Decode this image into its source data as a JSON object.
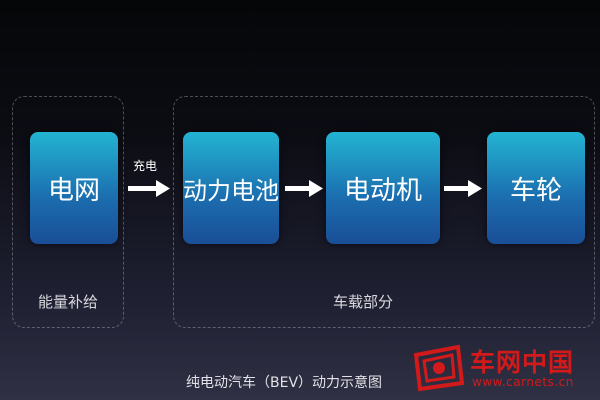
{
  "groups": {
    "supply": "能量补给",
    "vehicle": "车载部分"
  },
  "nodes": {
    "grid": "电网",
    "battery": "动力电池",
    "motor": "电动机",
    "wheel": "车轮"
  },
  "edges": {
    "charge_label": "充电"
  },
  "caption": "纯电动汽车（BEV）动力示意图",
  "watermark": {
    "name": "车网中国",
    "url": "www.carnets.cn",
    "logo_icon": "carnets-logo-icon"
  },
  "colors": {
    "node_top": "#23b4d2",
    "node_bottom": "#1a4e96",
    "watermark": "#d21a1a"
  }
}
